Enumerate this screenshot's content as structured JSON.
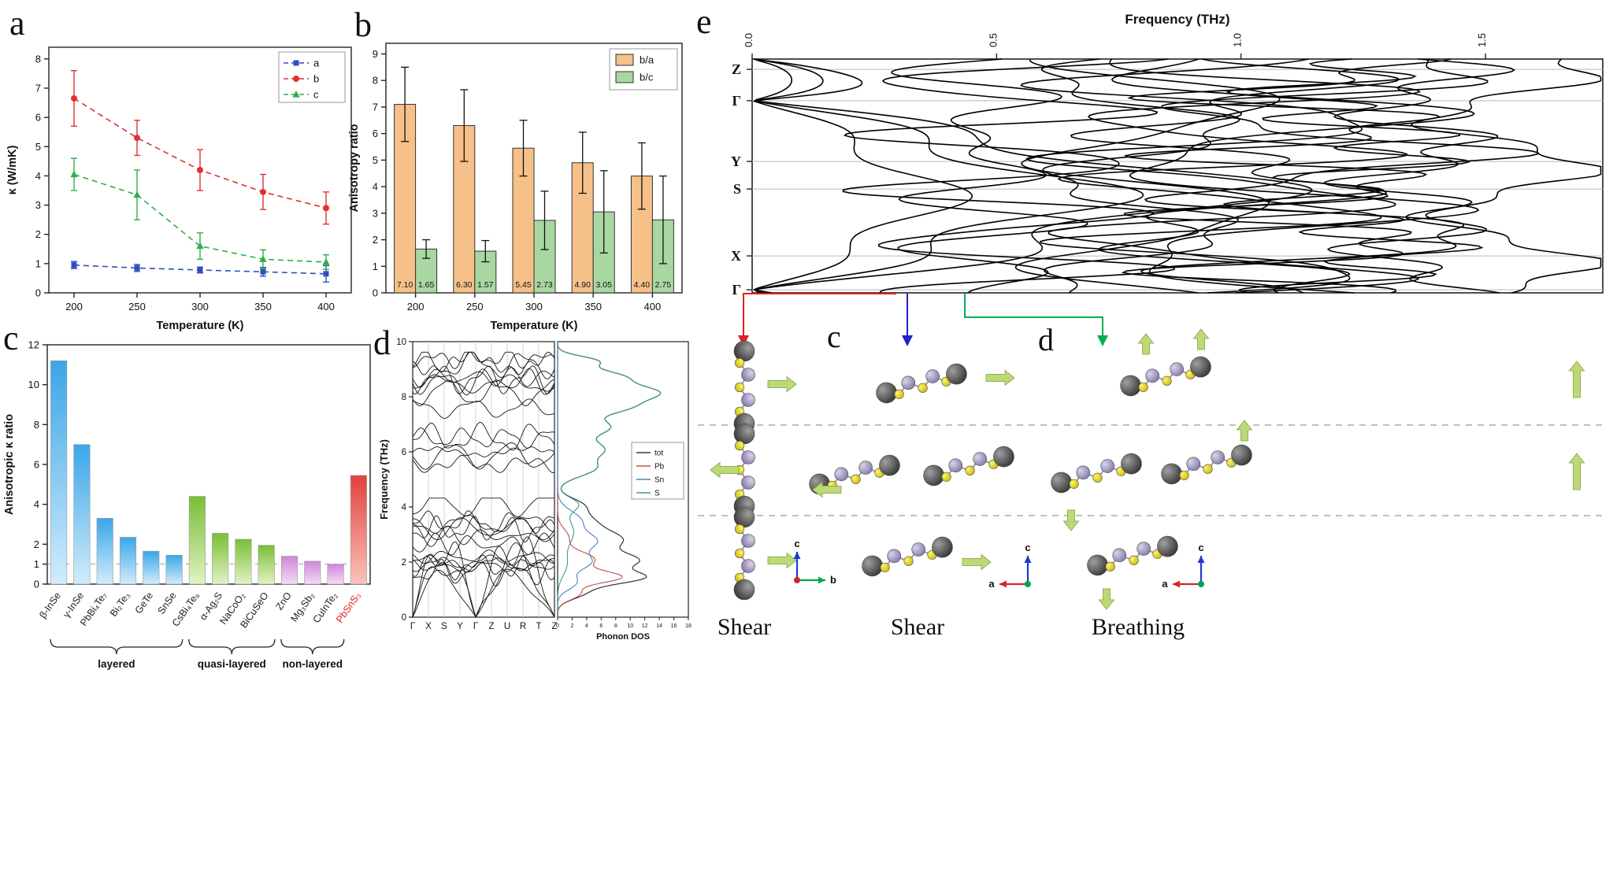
{
  "panels": {
    "a": {
      "label": "a"
    },
    "b": {
      "label": "b"
    },
    "c": {
      "label": "c"
    },
    "d": {
      "label": "d"
    },
    "e": {
      "label": "e"
    }
  },
  "chart_data": [
    {
      "id": "a",
      "type": "line",
      "xlabel": "Temperature (K)",
      "ylabel": "κ (W/mK)",
      "xlim": [
        180,
        420
      ],
      "ylim": [
        0,
        8.4
      ],
      "xticks": [
        200,
        250,
        300,
        350,
        400
      ],
      "yticks": [
        0,
        1,
        2,
        3,
        4,
        5,
        6,
        7,
        8
      ],
      "x": [
        200,
        250,
        300,
        350,
        400
      ],
      "series": [
        {
          "name": "a",
          "color": "#2f4fc0",
          "marker": "square",
          "values": [
            0.95,
            0.85,
            0.78,
            0.72,
            0.65
          ],
          "errors": [
            0.12,
            0.12,
            0.1,
            0.15,
            0.28
          ]
        },
        {
          "name": "b",
          "color": "#e03131",
          "marker": "circle",
          "values": [
            6.65,
            5.3,
            4.2,
            3.45,
            2.9
          ],
          "errors": [
            0.95,
            0.6,
            0.7,
            0.6,
            0.55
          ]
        },
        {
          "name": "c",
          "color": "#2fae48",
          "marker": "triangle",
          "values": [
            4.05,
            3.35,
            1.6,
            1.15,
            1.05
          ],
          "errors": [
            0.55,
            0.85,
            0.45,
            0.32,
            0.25
          ]
        }
      ],
      "legend_position": "top-right",
      "line_style": "dashed"
    },
    {
      "id": "b",
      "type": "bar",
      "xlabel": "Temperature (K)",
      "ylabel": "Anisotropy ratio",
      "ylim": [
        0,
        9.4
      ],
      "yticks": [
        0,
        1,
        2,
        3,
        4,
        5,
        6,
        7,
        8,
        9
      ],
      "categories": [
        "200",
        "250",
        "300",
        "350",
        "400"
      ],
      "series": [
        {
          "name": "b/a",
          "color": "#f6c089",
          "values": [
            7.1,
            6.3,
            5.45,
            4.9,
            4.4
          ],
          "errors": [
            1.4,
            1.35,
            1.05,
            1.15,
            1.25
          ]
        },
        {
          "name": "b/c",
          "color": "#a8d7a1",
          "values": [
            1.65,
            1.57,
            2.73,
            3.05,
            2.75
          ],
          "errors": [
            0.35,
            0.4,
            1.1,
            1.55,
            1.65
          ]
        }
      ],
      "bar_value_labels": [
        [
          "7.10",
          "1.65"
        ],
        [
          "6.30",
          "1.57"
        ],
        [
          "5.45",
          "2.73"
        ],
        [
          "4.90",
          "3.05"
        ],
        [
          "4.40",
          "2.75"
        ]
      ],
      "legend_position": "top-right"
    },
    {
      "id": "c",
      "type": "bar",
      "ylabel": "Anisotropic κ ratio",
      "ylim": [
        0,
        12
      ],
      "yticks": [
        0,
        1,
        2,
        4,
        6,
        8,
        10,
        12
      ],
      "reference_line": 1,
      "categories": [
        "β-InSe",
        "γ-InSe",
        "PbBi₄Te₇",
        "Bi₂Te₃",
        "GeTe",
        "SnSe",
        "CsBi₄Te₆",
        "α-Ag₂S",
        "NaCoO₂",
        "BiCuSeO",
        "ZnO",
        "Mg₃Sb₂",
        "CuInTe₂",
        "PbSnS₃"
      ],
      "values": [
        11.2,
        7.0,
        3.3,
        2.35,
        1.65,
        1.45,
        4.4,
        2.55,
        2.25,
        1.95,
        1.4,
        1.15,
        1.0,
        5.45
      ],
      "bar_palette": [
        "blue",
        "blue",
        "blue",
        "blue",
        "blue",
        "blue",
        "green",
        "green",
        "green",
        "green",
        "purple",
        "purple",
        "purple",
        "red"
      ],
      "highlight_category": "PbSnS₃",
      "highlight_color": "#e02020",
      "groups": [
        {
          "label": "layered",
          "from": 0,
          "to": 5
        },
        {
          "label": "quasi-layered",
          "from": 6,
          "to": 9
        },
        {
          "label": "non-layered",
          "from": 10,
          "to": 12
        }
      ]
    },
    {
      "id": "d",
      "type": "line",
      "subtype": "phonon-dispersion-with-dos",
      "ylabel": "Frequency (THz)",
      "ylim": [
        0,
        10
      ],
      "yticks": [
        0,
        2,
        4,
        6,
        8,
        10
      ],
      "kpath": [
        "Γ",
        "X",
        "S",
        "Y",
        "Γ",
        "Z",
        "U",
        "R",
        "T",
        "Z"
      ],
      "dos": {
        "xlabel": "Phonon DOS",
        "xlim": [
          0,
          18
        ],
        "xticks": [
          0,
          2,
          4,
          6,
          8,
          10,
          12,
          14,
          16,
          18
        ],
        "legend": [
          {
            "name": "tot",
            "color": "#3a3a3a"
          },
          {
            "name": "Pb",
            "color": "#c0504d"
          },
          {
            "name": "Sn",
            "color": "#4f81bd"
          },
          {
            "name": "S",
            "color": "#3f9b8c"
          }
        ]
      }
    },
    {
      "id": "e",
      "type": "line",
      "subtype": "phonon-dispersion-rotated",
      "xlabel": "Frequency (THz)",
      "xlim": [
        0,
        1.74
      ],
      "xticks": [
        "0.0",
        "0.5",
        "1.0",
        "1.5"
      ],
      "kpoints": [
        "Z",
        "Γ",
        "Y",
        "S",
        "X",
        "Γ"
      ],
      "kpoint_fractions": [
        0.044,
        0.178,
        0.438,
        0.556,
        0.842,
        0.987
      ]
    }
  ],
  "structures": {
    "mode_labels": [
      "Shear",
      "Shear",
      "Breathing"
    ],
    "sub_labels": {
      "c": "c",
      "d": "d"
    },
    "axis_triads": [
      {
        "up": "c",
        "right": "b"
      },
      {
        "up": "c",
        "left": "a"
      },
      {
        "up": "c",
        "left": "a"
      }
    ],
    "atoms": {
      "Pb": "#4a4a4a",
      "Sn": "#9c93b8",
      "S": "#efdf2a"
    },
    "arrow_color": "#bdd977",
    "connector_colors": {
      "red": "#e02020",
      "blue": "#2222cc",
      "green": "#00b050"
    }
  }
}
